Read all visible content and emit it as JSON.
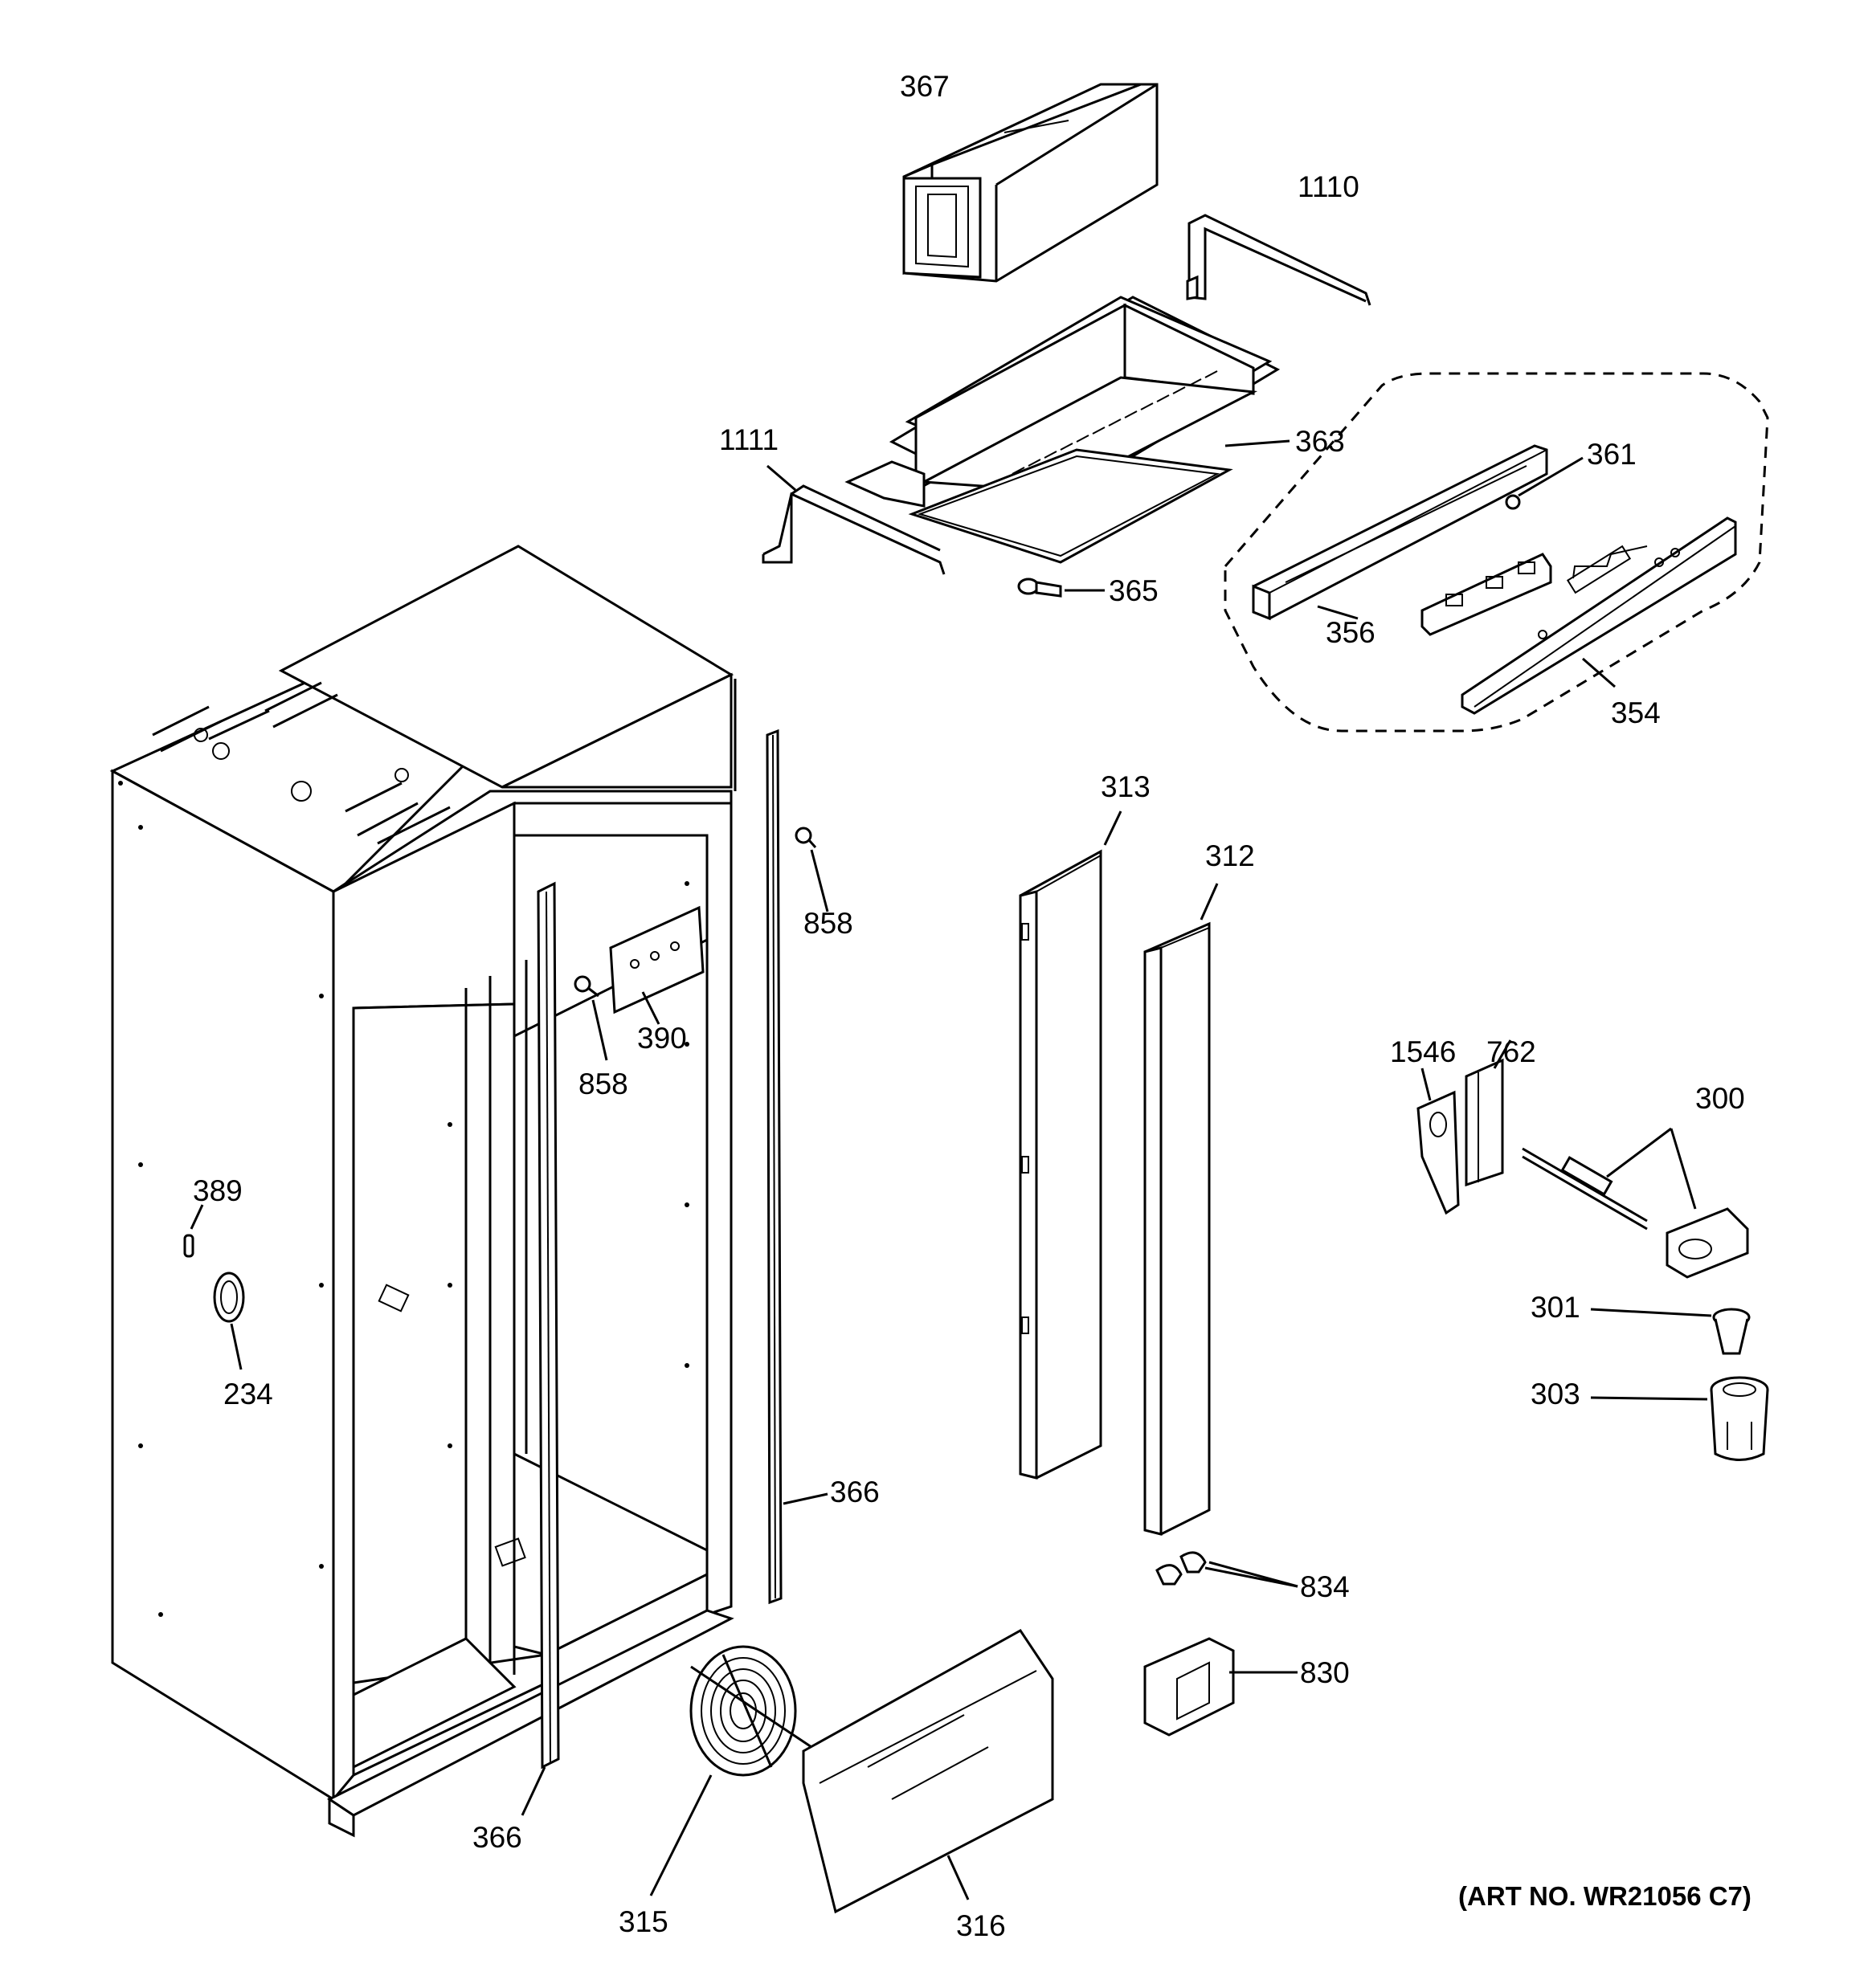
{
  "labels": {
    "p367": "367",
    "p1110": "1110",
    "p1111": "1111",
    "p363": "363",
    "p361": "361",
    "p365": "365",
    "p356": "356",
    "p354": "354",
    "p313": "313",
    "p312": "312",
    "p858a": "858",
    "p858b": "858",
    "p390": "390",
    "p1546": "1546",
    "p762": "762",
    "p300": "300",
    "p389": "389",
    "p234": "234",
    "p301": "301",
    "p303": "303",
    "p366a": "366",
    "p366b": "366",
    "p834": "834",
    "p830": "830",
    "p315": "315",
    "p316": "316"
  },
  "art_number": "(ART NO. WR21056 C7)"
}
